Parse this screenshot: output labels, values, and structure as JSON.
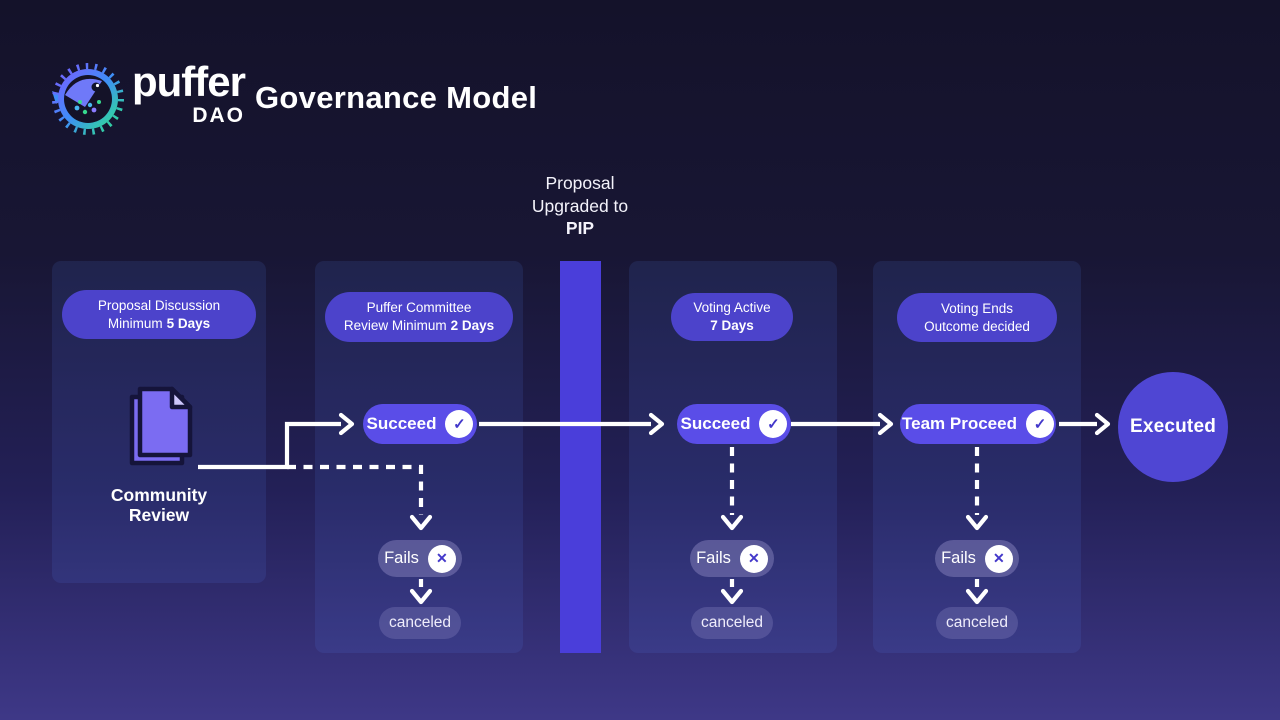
{
  "header": {
    "brand": "puffer",
    "brand_sub": "DAO",
    "title": "Governance Model"
  },
  "pip": {
    "line1": "Proposal",
    "line2": "Upgraded to",
    "line3": "PIP"
  },
  "stages": [
    {
      "badge": {
        "line1": "Proposal Discussion",
        "line2_regular": "Minimum",
        "line2_bold": "5 Days"
      },
      "label_line1": "Community",
      "label_line2": "Review"
    },
    {
      "badge": {
        "line1": "Puffer Committee",
        "line2_regular": "Review Minimum",
        "line2_bold": "2 Days"
      },
      "succeed": "Succeed",
      "fails": "Fails",
      "canceled": "canceled"
    },
    {
      "badge": {
        "line1": "Voting Active",
        "line2_regular": "",
        "line2_bold": "7 Days"
      },
      "succeed": "Succeed",
      "fails": "Fails",
      "canceled": "canceled"
    },
    {
      "badge": {
        "line1": "Voting Ends",
        "line2_regular": "Outcome decided",
        "line2_bold": ""
      },
      "succeed": "Team Proceed",
      "fails": "Fails",
      "canceled": "canceled"
    }
  ],
  "executed": "Executed",
  "icons": {
    "check_glyph": "✓",
    "cross_glyph": "✕"
  },
  "colors": {
    "background_top": "#14122a",
    "background_bottom": "#3e3887",
    "panel_fill": "rgba(92,130,250,0.12)",
    "badge_indigo": "#4c43cb",
    "succeed_indigo": "#5a4de8",
    "pip_bar_indigo": "#4a3eda",
    "executed_indigo": "#4f46d3",
    "icon_glyph_indigo": "#4338ca",
    "fails_pill": "rgba(160,155,210,0.38)",
    "canceled_pill": "rgba(160,155,210,0.25)",
    "connector_white": "#ffffff",
    "doc_fill": "#7b6cf2"
  }
}
